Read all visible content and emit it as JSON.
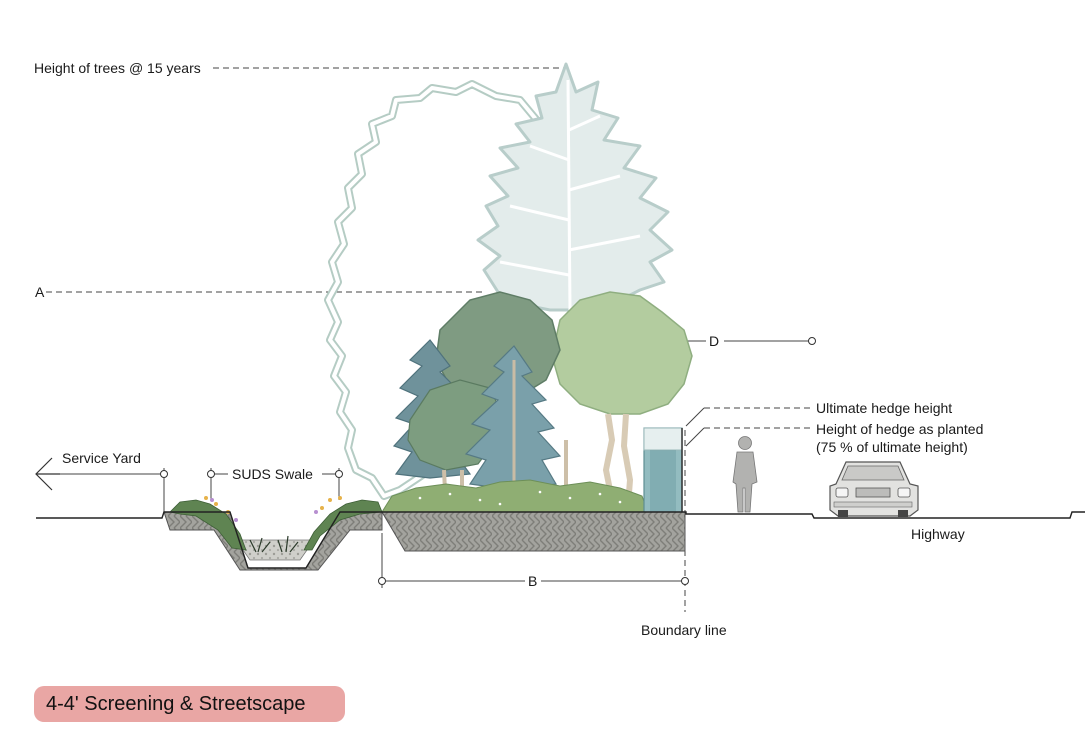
{
  "title": "4-4' Screening & Streetscape",
  "labels": {
    "tree_height": "Height of trees @ 15 years",
    "a": "A",
    "b": "B",
    "d": "D",
    "service_yard": "Service Yard",
    "suds_swale": "SUDS Swale",
    "ultimate_hedge": "Ultimate hedge height",
    "hedge_planted_1": "Height of hedge as planted",
    "hedge_planted_2": "(75 % of ultimate height)",
    "highway": "Highway",
    "boundary": "Boundary line"
  },
  "colors": {
    "title_bg": "#e9a6a4",
    "soil": "#9a9a96",
    "ground_line": "#222222",
    "tree_outline": "#9ab7ad",
    "tree_pale": "#e4ecea",
    "tree_blue": "#6f929b",
    "tree_dark": "#7f9b82",
    "tree_light": "#b3cc9f",
    "hedge": "#93bcc0",
    "shrub": "#8fae73"
  },
  "icons": [
    "left-arrow-icon",
    "person-icon",
    "car-icon"
  ]
}
